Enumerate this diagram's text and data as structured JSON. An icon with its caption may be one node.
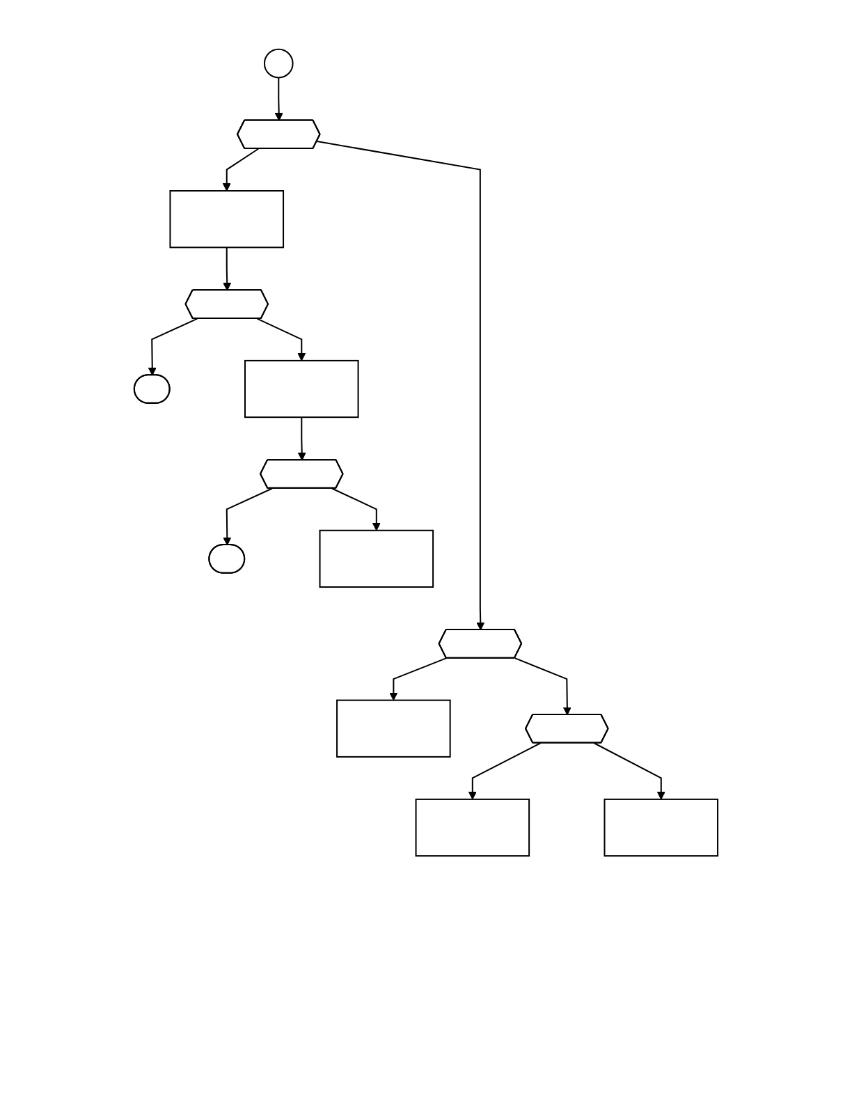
{
  "diagram": {
    "nodes": [
      {
        "text": [],
        "shape": "circle"
      },
      {
        "text": [],
        "shape": "hexagon"
      },
      {
        "text": [],
        "shape": "box"
      },
      {
        "text": [],
        "shape": "hexagon"
      },
      {
        "text": [],
        "shape": "oval"
      },
      {
        "text": [],
        "shape": "box"
      },
      {
        "text": [],
        "shape": "hexagon"
      },
      {
        "text": [],
        "shape": "oval"
      },
      {
        "text": [],
        "shape": "box"
      },
      {
        "text": [],
        "shape": "hexagon"
      },
      {
        "text": [],
        "shape": "box"
      },
      {
        "text": [],
        "shape": "hexagon"
      },
      {
        "text": [],
        "shape": "box"
      },
      {
        "text": [],
        "shape": "box"
      }
    ],
    "edges": [
      {
        "from": 0,
        "to": 1,
        "arrow": "to"
      },
      {
        "from": 1,
        "to": 2,
        "arrow": "to"
      },
      {
        "from": 2,
        "to": 3,
        "arrow": "to"
      },
      {
        "from": 3,
        "to": 4,
        "arrow": "to"
      },
      {
        "from": 3,
        "to": 5,
        "arrow": "to"
      },
      {
        "from": 5,
        "to": 6,
        "arrow": "to"
      },
      {
        "from": 6,
        "to": 7,
        "arrow": "to"
      },
      {
        "from": 6,
        "to": 8,
        "arrow": "to"
      },
      {
        "from": 1,
        "to": 9,
        "arrow": "to"
      },
      {
        "from": 9,
        "to": 10,
        "arrow": "to"
      },
      {
        "from": 9,
        "to": 11,
        "arrow": "to"
      },
      {
        "from": 11,
        "to": 12,
        "arrow": "to"
      },
      {
        "from": 11,
        "to": 13,
        "arrow": "to"
      }
    ]
  }
}
